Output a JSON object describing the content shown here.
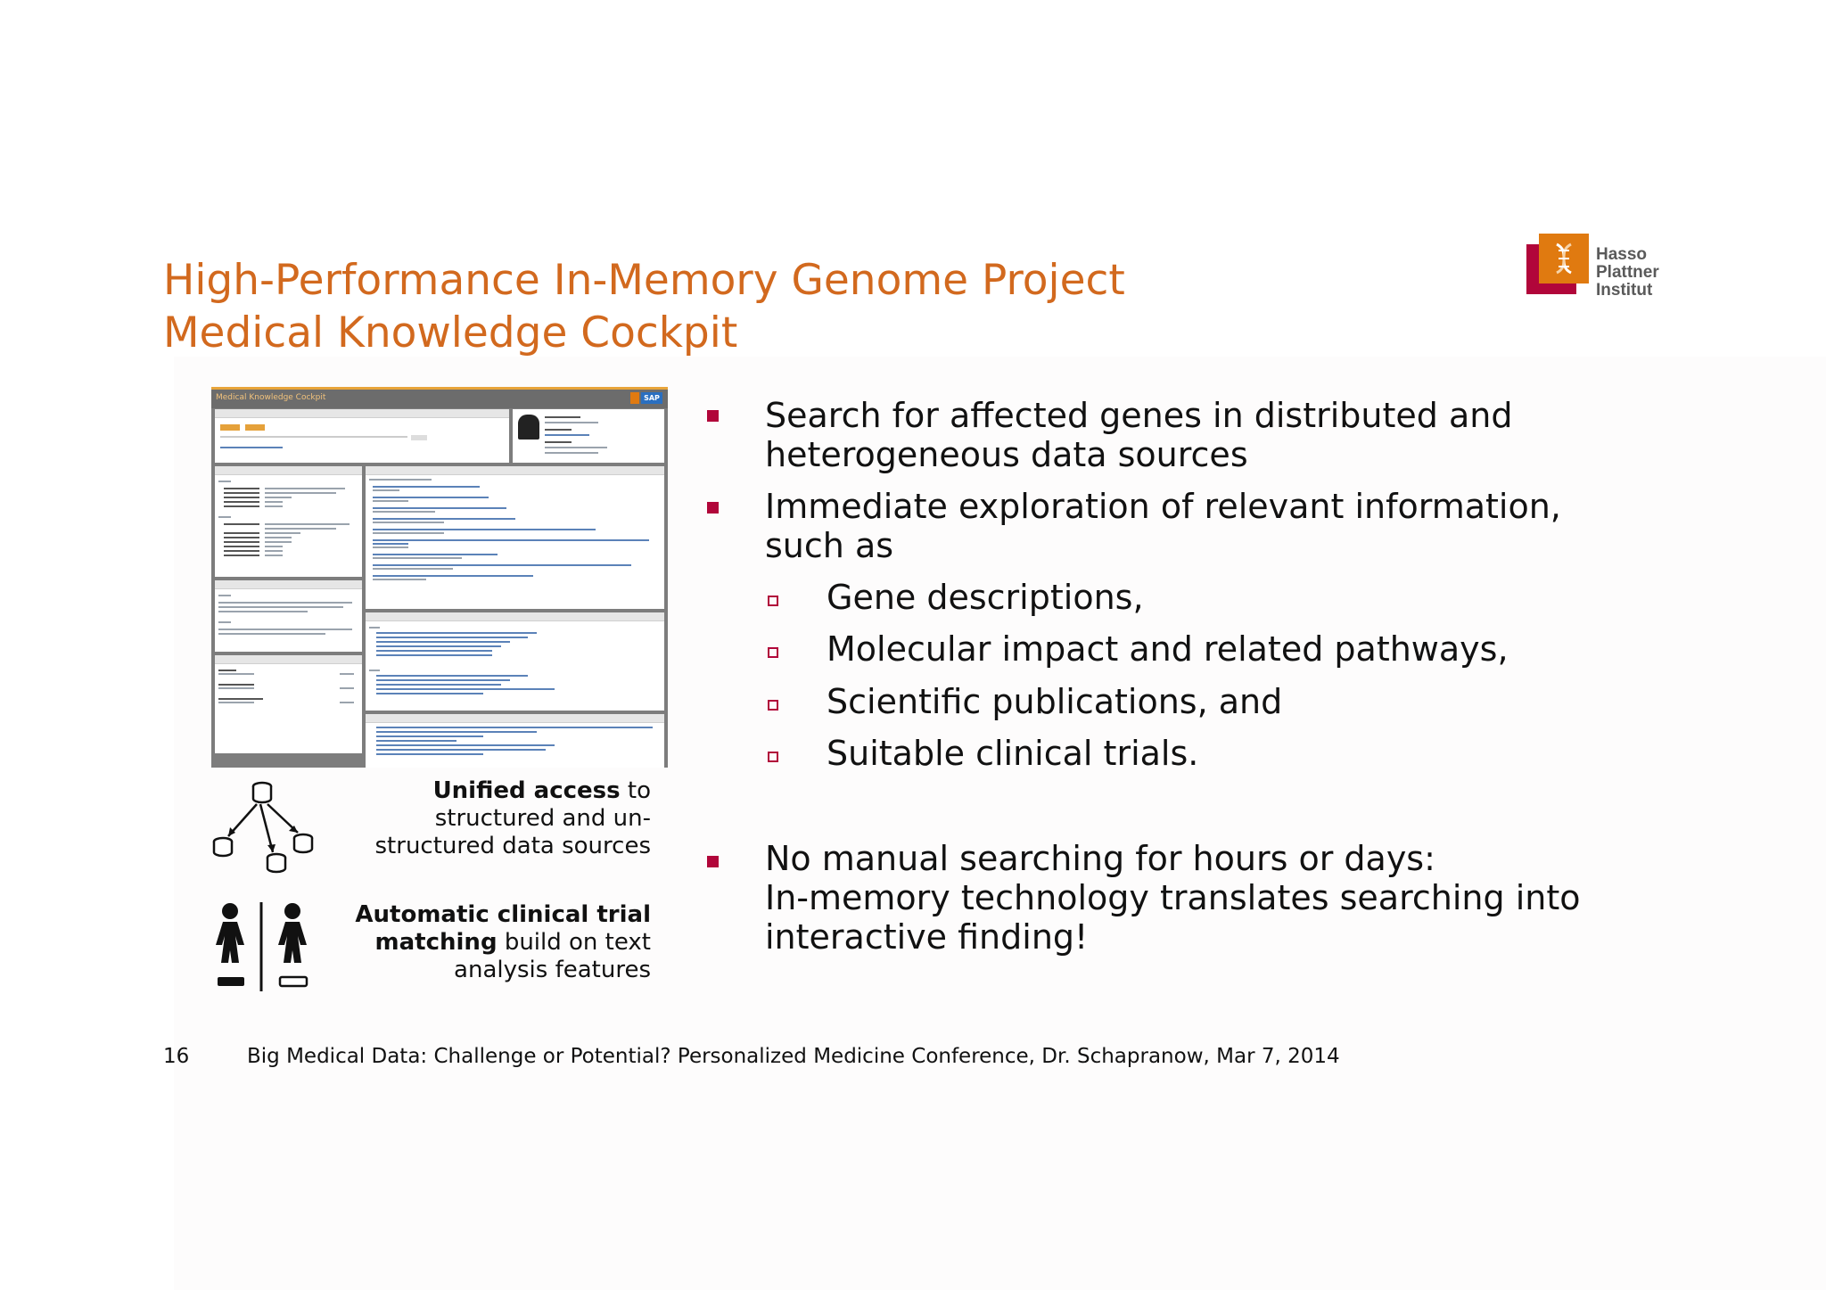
{
  "title": {
    "line1": "High-Performance In-Memory Genome Project",
    "line2": "Medical Knowledge Cockpit"
  },
  "logo": {
    "line1": "Hasso",
    "line2": "Plattner",
    "line3": "Institut",
    "colors": {
      "red": "#b1063a",
      "orange": "#e07a10"
    }
  },
  "screenshot": {
    "app_title": "Medical Knowledge Cockpit",
    "brand": "SAP"
  },
  "bullets": {
    "b1": {
      "line1": "Search for affected genes in distributed and",
      "line2": "heterogeneous data sources"
    },
    "b2": {
      "line1": "Immediate exploration of relevant information,",
      "line2": "such as"
    },
    "sub": [
      "Gene descriptions,",
      "Molecular impact and related pathways,",
      "Scientific publications, and",
      "Suitable clinical trials."
    ],
    "b3": {
      "line1": "No manual searching for hours or days:",
      "line2": "In-memory technology translates searching into",
      "line3": "interactive finding!"
    }
  },
  "features": {
    "unified": {
      "bold": "Unified access",
      "rest1": " to",
      "line2": "structured and un-",
      "line3": "structured data sources"
    },
    "matching": {
      "bold1": "Automatic clinical trial",
      "bold2": "matching",
      "rest2": " build on text",
      "line3": "analysis features"
    }
  },
  "footer": {
    "page": "16",
    "text": "Big Medical Data: Challenge or Potential? Personalized Medicine Conference, Dr. Schapranow, Mar 7, 2014"
  },
  "accent": "#d2691e",
  "bullet_color": "#b1063a"
}
